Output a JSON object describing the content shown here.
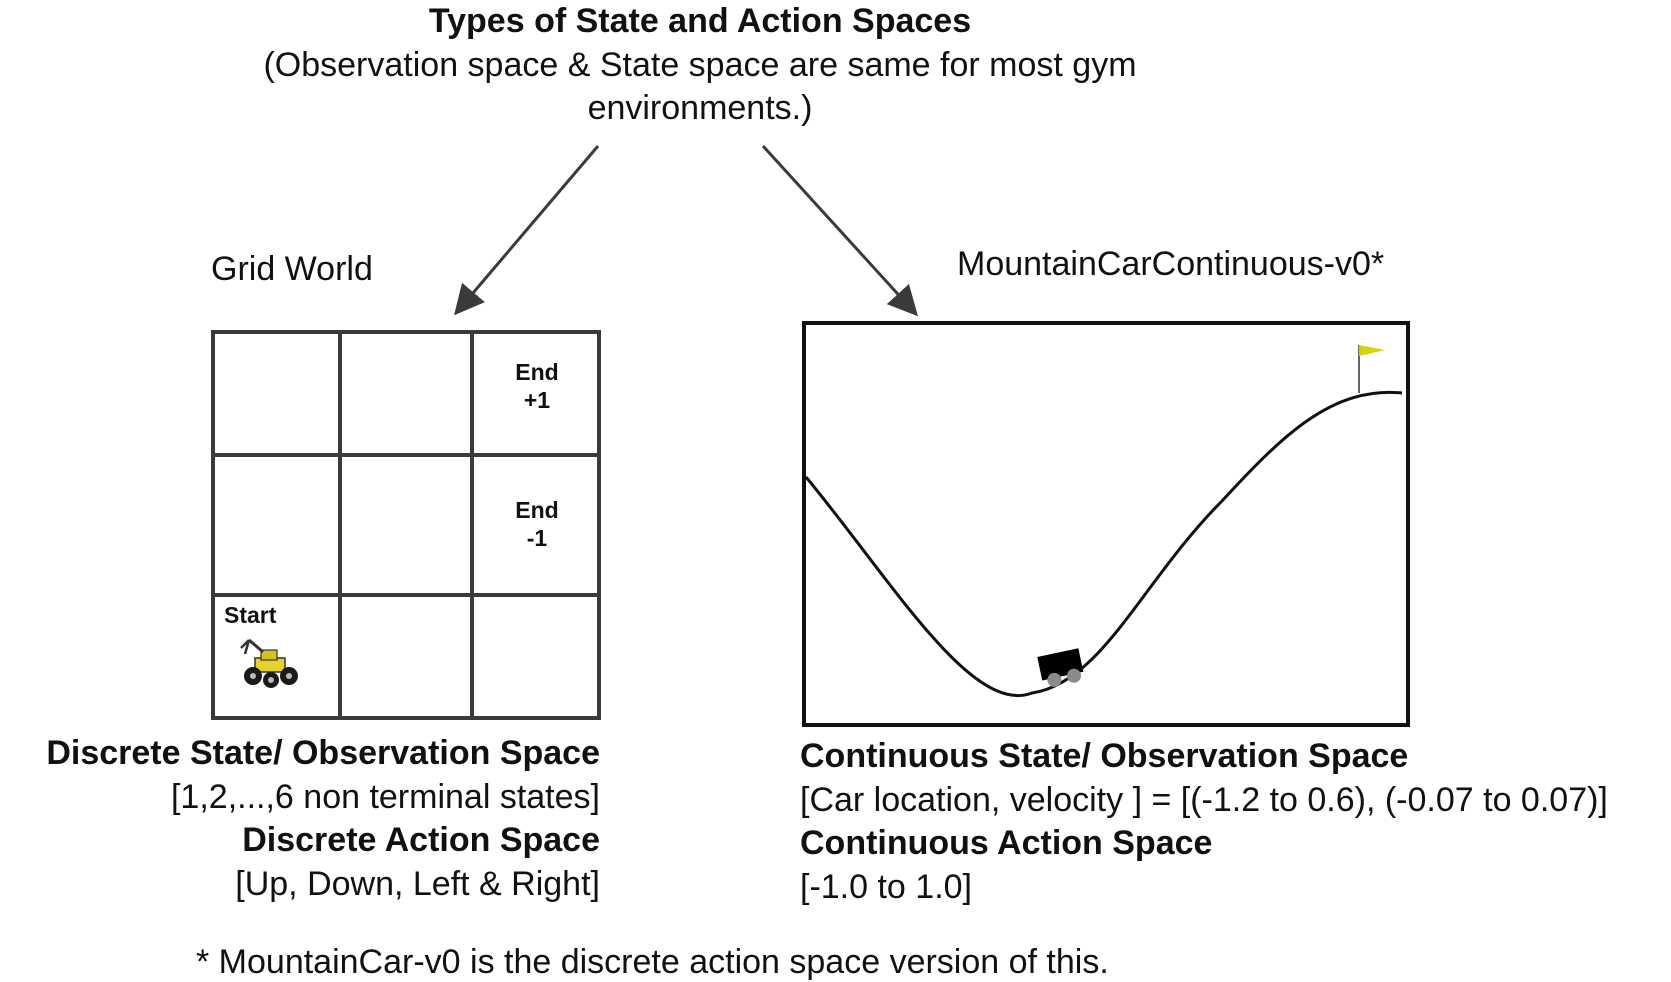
{
  "title": "Types of State and Action Spaces",
  "subtitle": "(Observation space & State space are same for most gym environments.)",
  "left_panel": {
    "title": "Grid World",
    "cells": {
      "top_right": [
        "End",
        "+1"
      ],
      "mid_right": [
        "End",
        "-1"
      ],
      "bottom_left": "Start"
    },
    "state_heading": "Discrete State/ Observation Space",
    "state_value": "[1,2,...,6 non terminal states]",
    "action_heading": "Discrete Action Space",
    "action_value": "[Up, Down, Left & Right]"
  },
  "right_panel": {
    "title": "MountainCarContinuous-v0*",
    "state_heading": "Continuous State/ Observation Space",
    "state_value": "[Car location, velocity ] = [(-1.2 to 0.6), (-0.07 to  0.07)]",
    "action_heading": "Continuous Action Space",
    "action_value": "[-1.0 to 1.0]"
  },
  "footnote": "* MountainCar-v0 is the discrete action space version of this.",
  "colors": {
    "arrow": "#3a3a3a",
    "grid_line": "#3a3a3a",
    "flag": "#d8d200",
    "car": "#000000",
    "wheel": "#8a8a8a"
  },
  "icons": {
    "robot": "robot-rover-icon",
    "flag": "goal-flag-icon"
  }
}
